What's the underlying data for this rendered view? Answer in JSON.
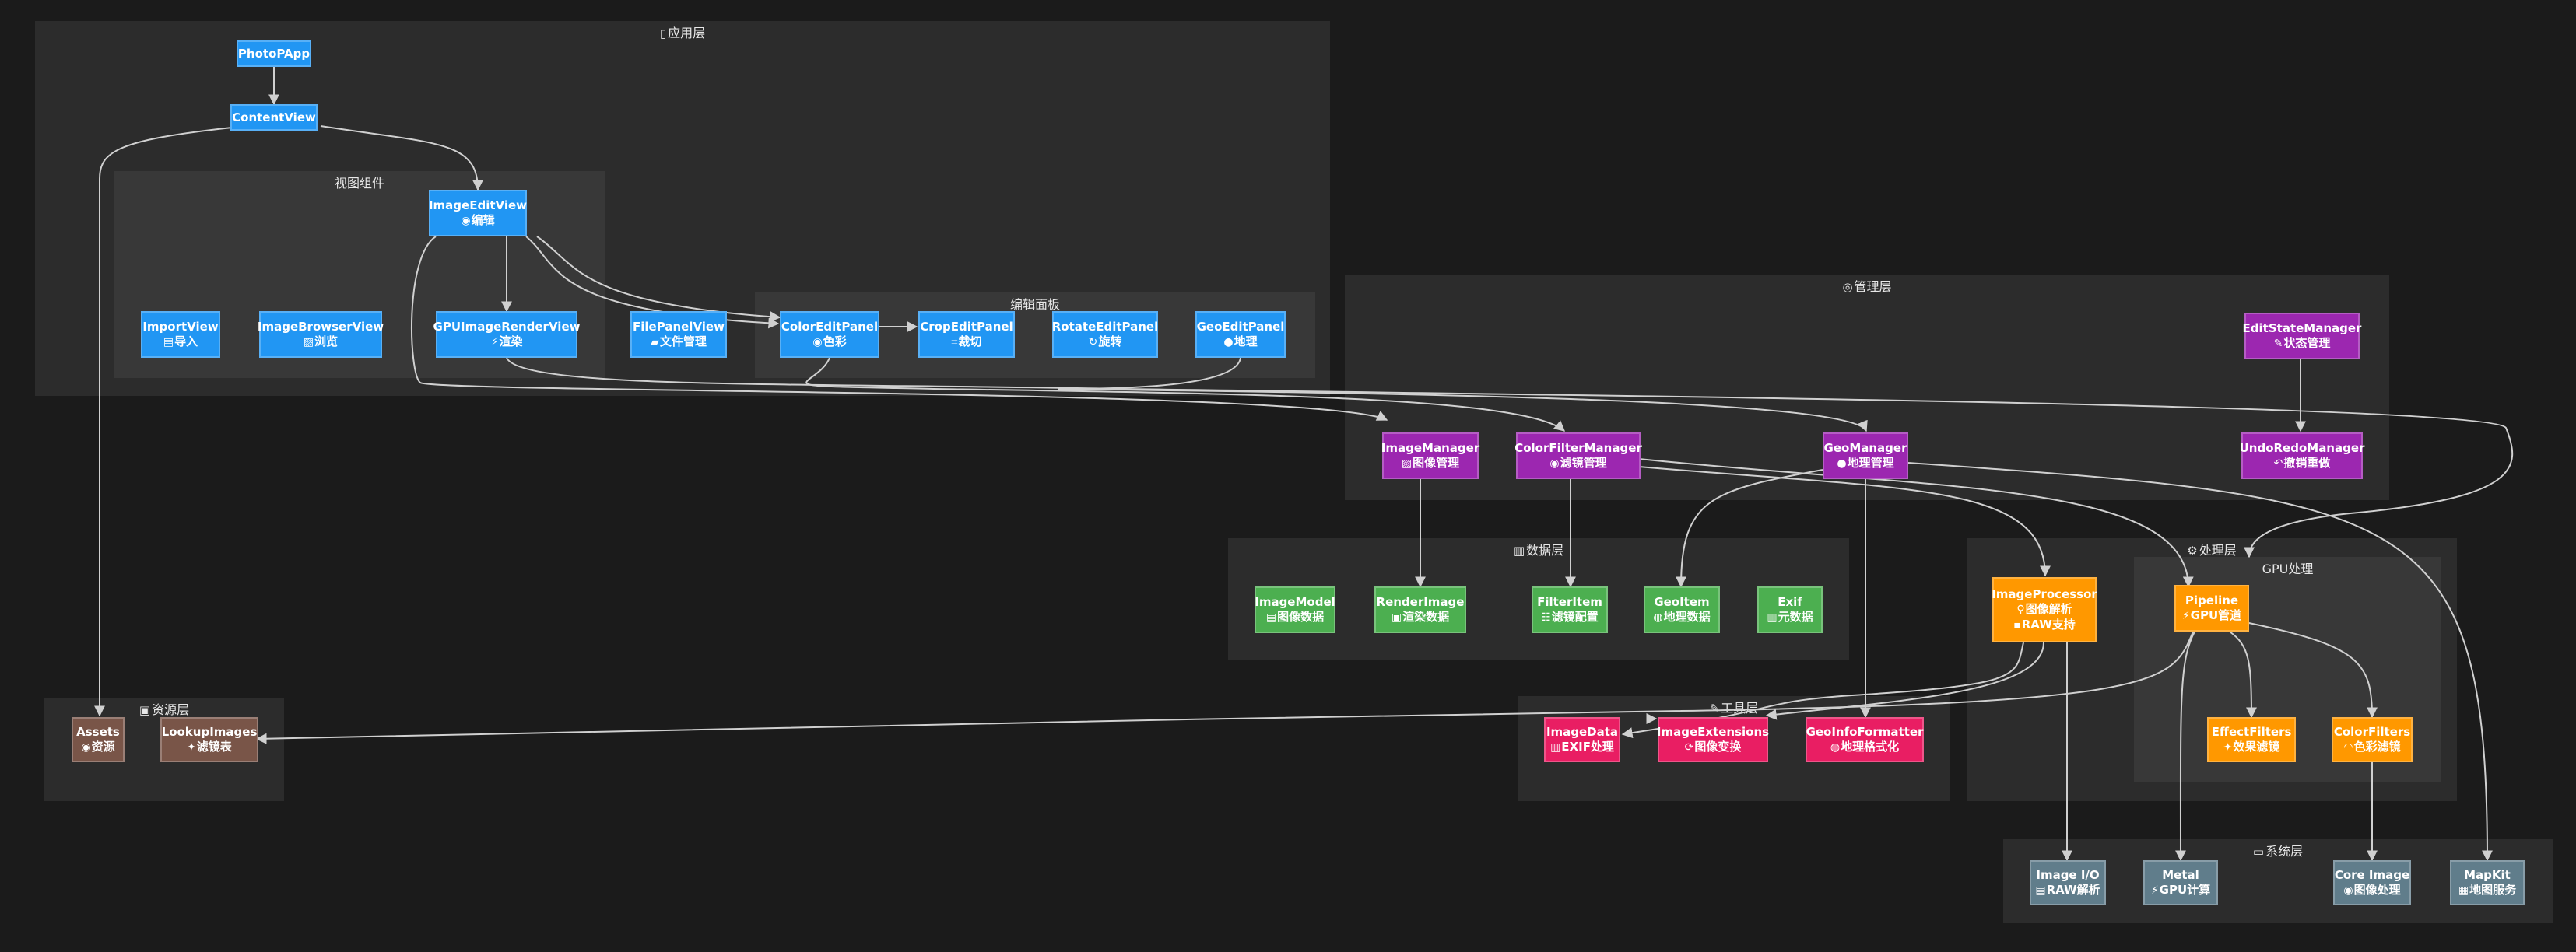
{
  "colors": {
    "background": "#1b1b1b",
    "group_outer": "#2c2c2c",
    "group_inner": "#383838",
    "edge": "#d0d0d0",
    "view": "#2196f3",
    "manager": "#9c27b0",
    "data": "#4caf50",
    "processor": "#ff9800",
    "utility": "#e91e63",
    "resource": "#795548",
    "system": "#607d8b"
  },
  "groups": {
    "app": {
      "title": "应用层",
      "icon": "app-layer-icon"
    },
    "views": {
      "title": "视图组件"
    },
    "panels": {
      "title": "编辑面板"
    },
    "manager": {
      "title": "管理层",
      "icon": "target-icon"
    },
    "data": {
      "title": "数据层",
      "icon": "chart-icon"
    },
    "proc": {
      "title": "处理层",
      "icon": "gear-icon"
    },
    "gpu": {
      "title": "GPU处理"
    },
    "utils": {
      "title": "工具层",
      "icon": "tools-icon"
    },
    "res": {
      "title": "资源层",
      "icon": "package-icon"
    },
    "sys": {
      "title": "系统层",
      "icon": "monitor-icon"
    }
  },
  "nodes": {
    "photoapp": {
      "title": "PhotoPApp"
    },
    "contentview": {
      "title": "ContentView"
    },
    "imageeditview": {
      "title": "ImageEditView",
      "icon": "palette-icon",
      "sub": "编辑"
    },
    "importview": {
      "title": "ImportView",
      "icon": "inbox-icon",
      "sub": "导入"
    },
    "imagebrowserview": {
      "title": "ImageBrowserView",
      "icon": "picture-icon",
      "sub": "浏览"
    },
    "gpuimagerenderview": {
      "title": "GPUImageRenderView",
      "icon": "lightning-icon",
      "sub": "渲染"
    },
    "filepanelview": {
      "title": "FilePanelView",
      "icon": "folder-icon",
      "sub": "文件管理"
    },
    "coloreditpanel": {
      "title": "ColorEditPanel",
      "icon": "palette-icon",
      "sub": "色彩"
    },
    "cropeditpanel": {
      "title": "CropEditPanel",
      "icon": "crop-icon",
      "sub": "裁切"
    },
    "rotateeditpanel": {
      "title": "RotateEditPanel",
      "icon": "rotate-icon",
      "sub": "旋转"
    },
    "geoeditpanel": {
      "title": "GeoEditPanel",
      "icon": "pin-icon",
      "sub": "地理"
    },
    "imagemanager": {
      "title": "ImageManager",
      "icon": "picture-icon",
      "sub": "图像管理"
    },
    "colorfiltermanager": {
      "title": "ColorFilterManager",
      "icon": "palette-icon",
      "sub": "滤镜管理"
    },
    "geomanager": {
      "title": "GeoManager",
      "icon": "pin-icon",
      "sub": "地理管理"
    },
    "editstatemanager": {
      "title": "EditStateManager",
      "icon": "memo-icon",
      "sub": "状态管理"
    },
    "undoredomanager": {
      "title": "UndoRedoManager",
      "icon": "undo-icon",
      "sub": "撤销重做"
    },
    "imagemodel": {
      "title": "ImageModel",
      "icon": "document-icon",
      "sub": "图像数据"
    },
    "renderimage": {
      "title": "RenderImage",
      "icon": "frame-icon",
      "sub": "渲染数据"
    },
    "filteritem": {
      "title": "FilterItem",
      "icon": "sliders-icon",
      "sub": "滤镜配置"
    },
    "geoitem": {
      "title": "GeoItem",
      "icon": "globe-icon",
      "sub": "地理数据"
    },
    "exif": {
      "title": "Exif",
      "icon": "clipboard-icon",
      "sub": "元数据"
    },
    "imageprocessor": {
      "title": "ImageProcessor",
      "icon": "microscope-icon",
      "sub": "图像解析",
      "icon2": "disk-icon",
      "sub2": "RAW支持"
    },
    "pipeline": {
      "title": "Pipeline",
      "icon": "lightning-icon",
      "sub": "GPU管道"
    },
    "effectfilters": {
      "title": "EffectFilters",
      "icon": "sparkle-icon",
      "sub": "效果滤镜"
    },
    "colorfilters": {
      "title": "ColorFilters",
      "icon": "rainbow-icon",
      "sub": "色彩滤镜"
    },
    "imagedata": {
      "title": "ImageData",
      "icon": "clipboard-icon",
      "sub": "EXIF处理"
    },
    "imageextensions": {
      "title": "ImageExtensions",
      "icon": "refresh-icon",
      "sub": "图像变换"
    },
    "geoinfoformatter": {
      "title": "GeoInfoFormatter",
      "icon": "globe-icon",
      "sub": "地理格式化"
    },
    "assets": {
      "title": "Assets",
      "icon": "palette-icon",
      "sub": "资源"
    },
    "lookupimages": {
      "title": "LookupImages",
      "icon": "sparkle-icon",
      "sub": "滤镜表"
    },
    "imageio": {
      "title": "Image I/O",
      "icon": "document-icon",
      "sub": "RAW解析"
    },
    "metal": {
      "title": "Metal",
      "icon": "lightning-icon",
      "sub": "GPU计算"
    },
    "coreimage": {
      "title": "Core Image",
      "icon": "palette-icon",
      "sub": "图像处理"
    },
    "mapkit": {
      "title": "MapKit",
      "icon": "map-icon",
      "sub": "地图服务"
    }
  }
}
